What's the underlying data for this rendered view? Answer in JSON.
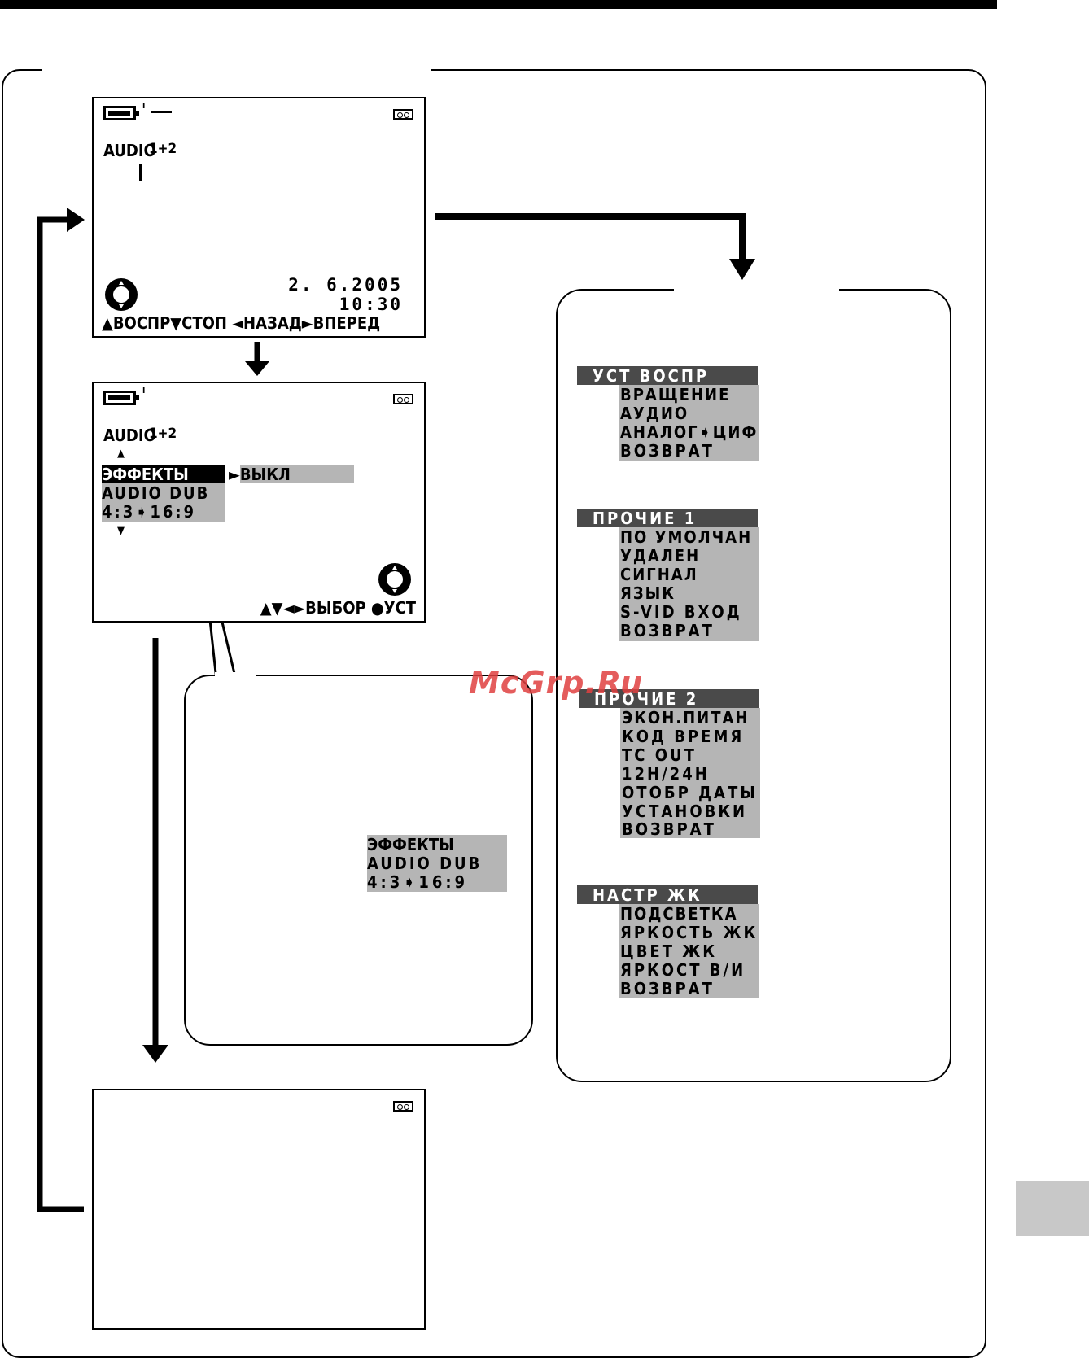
{
  "screen1": {
    "audio_label": "AUDIO",
    "audio_mode": "1+2",
    "date": "2.  6.2005",
    "time": "10:30",
    "controls": "▲ВОСПР▼СТОП  ◄НАЗАД►ВПЕРЕД"
  },
  "screen2": {
    "audio_label": "AUDIO",
    "audio_mode": "1+2",
    "up_arrow": "▲",
    "down_arrow": "▼",
    "items": [
      "ЭФФЕКТЫ",
      "AUDIO DUB",
      "4:3➧16:9"
    ],
    "selected_value": "►ВЫКЛ",
    "controls": "▲▼◄►ВЫБОР  ●УСТ"
  },
  "callout": {
    "items": [
      "ЭФФЕКТЫ",
      "AUDIO DUB",
      "4:3➧16:9"
    ]
  },
  "menus": [
    {
      "title": "УСТ  ВОСПР",
      "items": [
        "ВРАЩЕНИЕ",
        "АУДИО",
        "АНАЛОГ➧ЦИФ",
        "ВОЗВРАТ"
      ]
    },
    {
      "title": "ПРОЧИЕ  1",
      "items": [
        "ПО УМОЛЧАН",
        "УДАЛЕН",
        "СИГНАЛ",
        "ЯЗЫК",
        "S-VID ВХОД",
        "ВОЗВРАТ"
      ]
    },
    {
      "title": "ПРОЧИЕ  2",
      "items": [
        "ЭКОН.ПИТАН",
        "КОД ВРЕМЯ",
        "TC OUT",
        "12H/24H",
        "ОТОБР ДАТЫ",
        "УСТАНОВКИ",
        "ВОЗВРАТ"
      ]
    },
    {
      "title": "НАСТР ЖК",
      "items": [
        "ПОДСВЕТКА",
        "ЯРКОСТЬ ЖК",
        "ЦВЕТ ЖК",
        "ЯРКОСТ В/И",
        "ВОЗВРАТ"
      ]
    }
  ],
  "watermark": "McGrp.Ru",
  "colors": {
    "highlight_dark": "#4a4a4a",
    "highlight_grey": "#b5b5b5",
    "watermark": "#e04040"
  }
}
